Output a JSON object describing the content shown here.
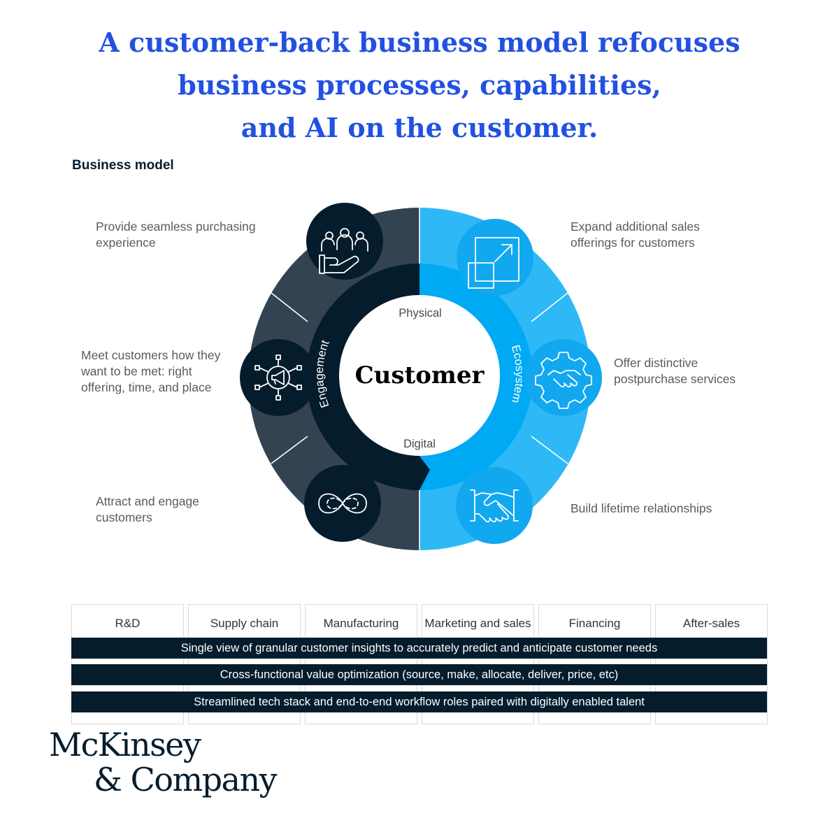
{
  "headline": {
    "line1": "A customer-back business model refocuses",
    "line2": "business processes, capabilities,",
    "line3": "and AI on the customer."
  },
  "section_label": "Business model",
  "wheel": {
    "center_label": "Customer",
    "top_label": "Physical",
    "bottom_label": "Digital",
    "left_arc_label": "Engagement",
    "right_arc_label": "Ecosystem",
    "colors": {
      "dark": "#051c2c",
      "dark_ring": "#334352",
      "blue": "#00a9f4",
      "blue_ring": "#2eb9f6",
      "blue_disc": "#12a8f0"
    }
  },
  "callouts": {
    "top_left": {
      "line1": "Provide seamless purchasing",
      "line2": "experience"
    },
    "mid_left": {
      "line1": "Meet customers how they",
      "line2": "want to be met: right",
      "line3": "offering, time, and place"
    },
    "bottom_left": {
      "line1": "Attract and engage",
      "line2": "customers"
    },
    "top_right": {
      "line1": "Expand additional sales",
      "line2": "offerings for customers"
    },
    "mid_right": {
      "line1": "Offer distinctive",
      "line2": "postpurchase services"
    },
    "bottom_right": {
      "line1": "Build lifetime relationships"
    }
  },
  "icons": {
    "people": "people-hand-icon",
    "megaphone": "megaphone-network-icon",
    "infinity": "infinity-icon",
    "expand": "expand-arrow-icon",
    "gear": "gear-handshake-icon",
    "handshake": "handshake-icon"
  },
  "value_chain": {
    "columns": [
      "R&D",
      "Supply chain",
      "Manufacturing",
      "Marketing and sales",
      "Financing",
      "After-sales"
    ],
    "bars": [
      "Single view of granular customer insights to accurately predict and anticipate customer needs",
      "Cross-functional value optimization (source, make, allocate, deliver, price, etc)",
      "Streamlined tech stack and end-to-end workflow roles paired with digitally enabled talent"
    ]
  },
  "logo": {
    "line1": "McKinsey",
    "line2": "& Company"
  }
}
